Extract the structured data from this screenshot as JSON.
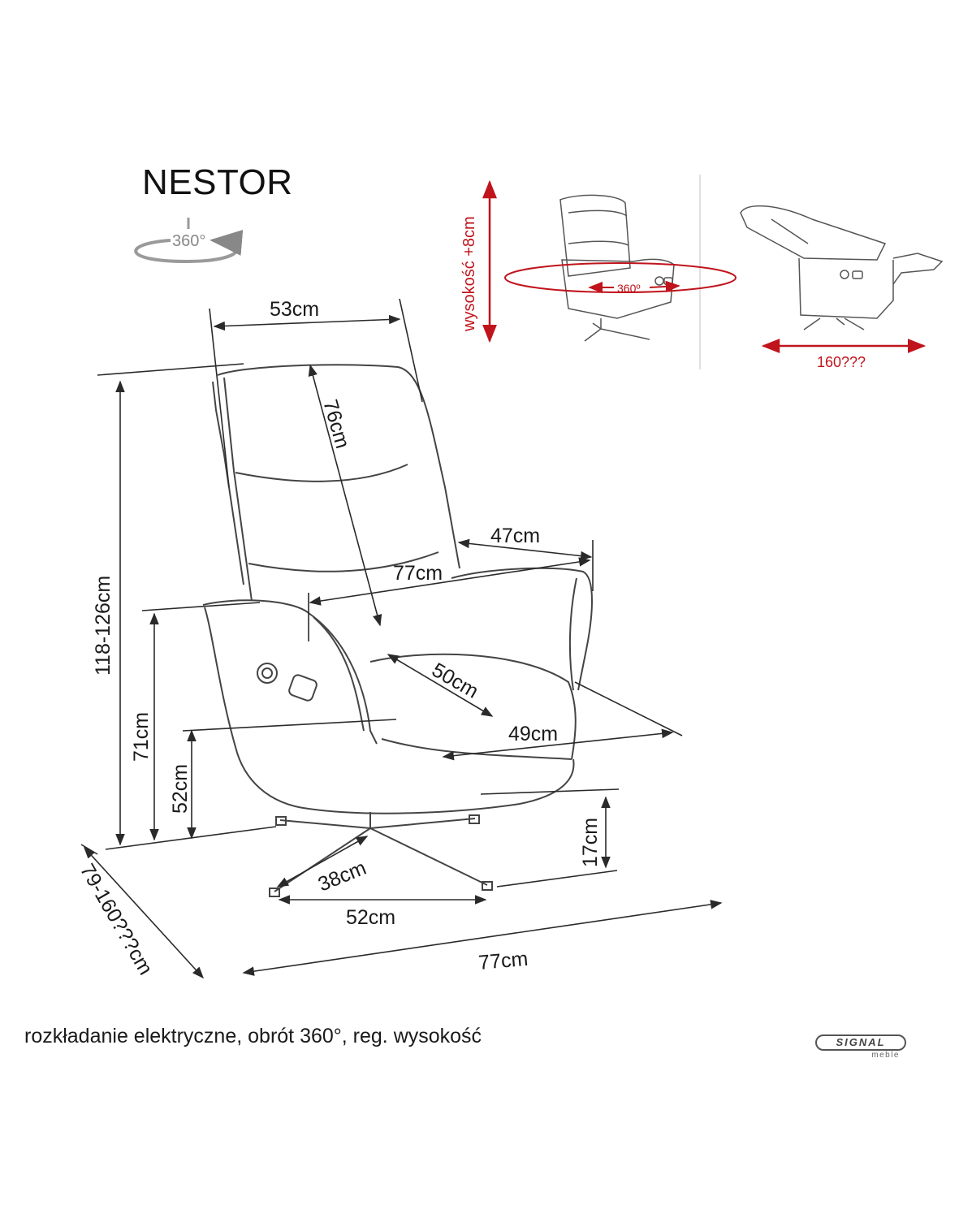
{
  "title": "NESTOR",
  "rotation_icon_label": "360°",
  "caption": "rozkładanie elektryczne, obrót 360°, reg. wysokość",
  "logo": {
    "main": "SIGNAL",
    "sub": "meble"
  },
  "colors": {
    "line": "#2a2a2a",
    "accent_red": "#c0141c",
    "sketch": "#444444"
  },
  "dimensions": {
    "back_width": "53cm",
    "back_height": "76cm",
    "total_height": "118-126cm",
    "armrest_height": "71cm",
    "seat_height": "52cm",
    "armrest_depth": "47cm",
    "inner_width": "77cm",
    "seat_depth": "50cm",
    "seat_width": "49cm",
    "base_height": "17cm",
    "base_radius": "38cm",
    "base_width": "52cm",
    "total_width": "77cm",
    "total_depth": "79-160???cm"
  },
  "features": {
    "height_adjust": "wysokość +8cm",
    "rotation": "360º",
    "recline_length": "160???"
  }
}
